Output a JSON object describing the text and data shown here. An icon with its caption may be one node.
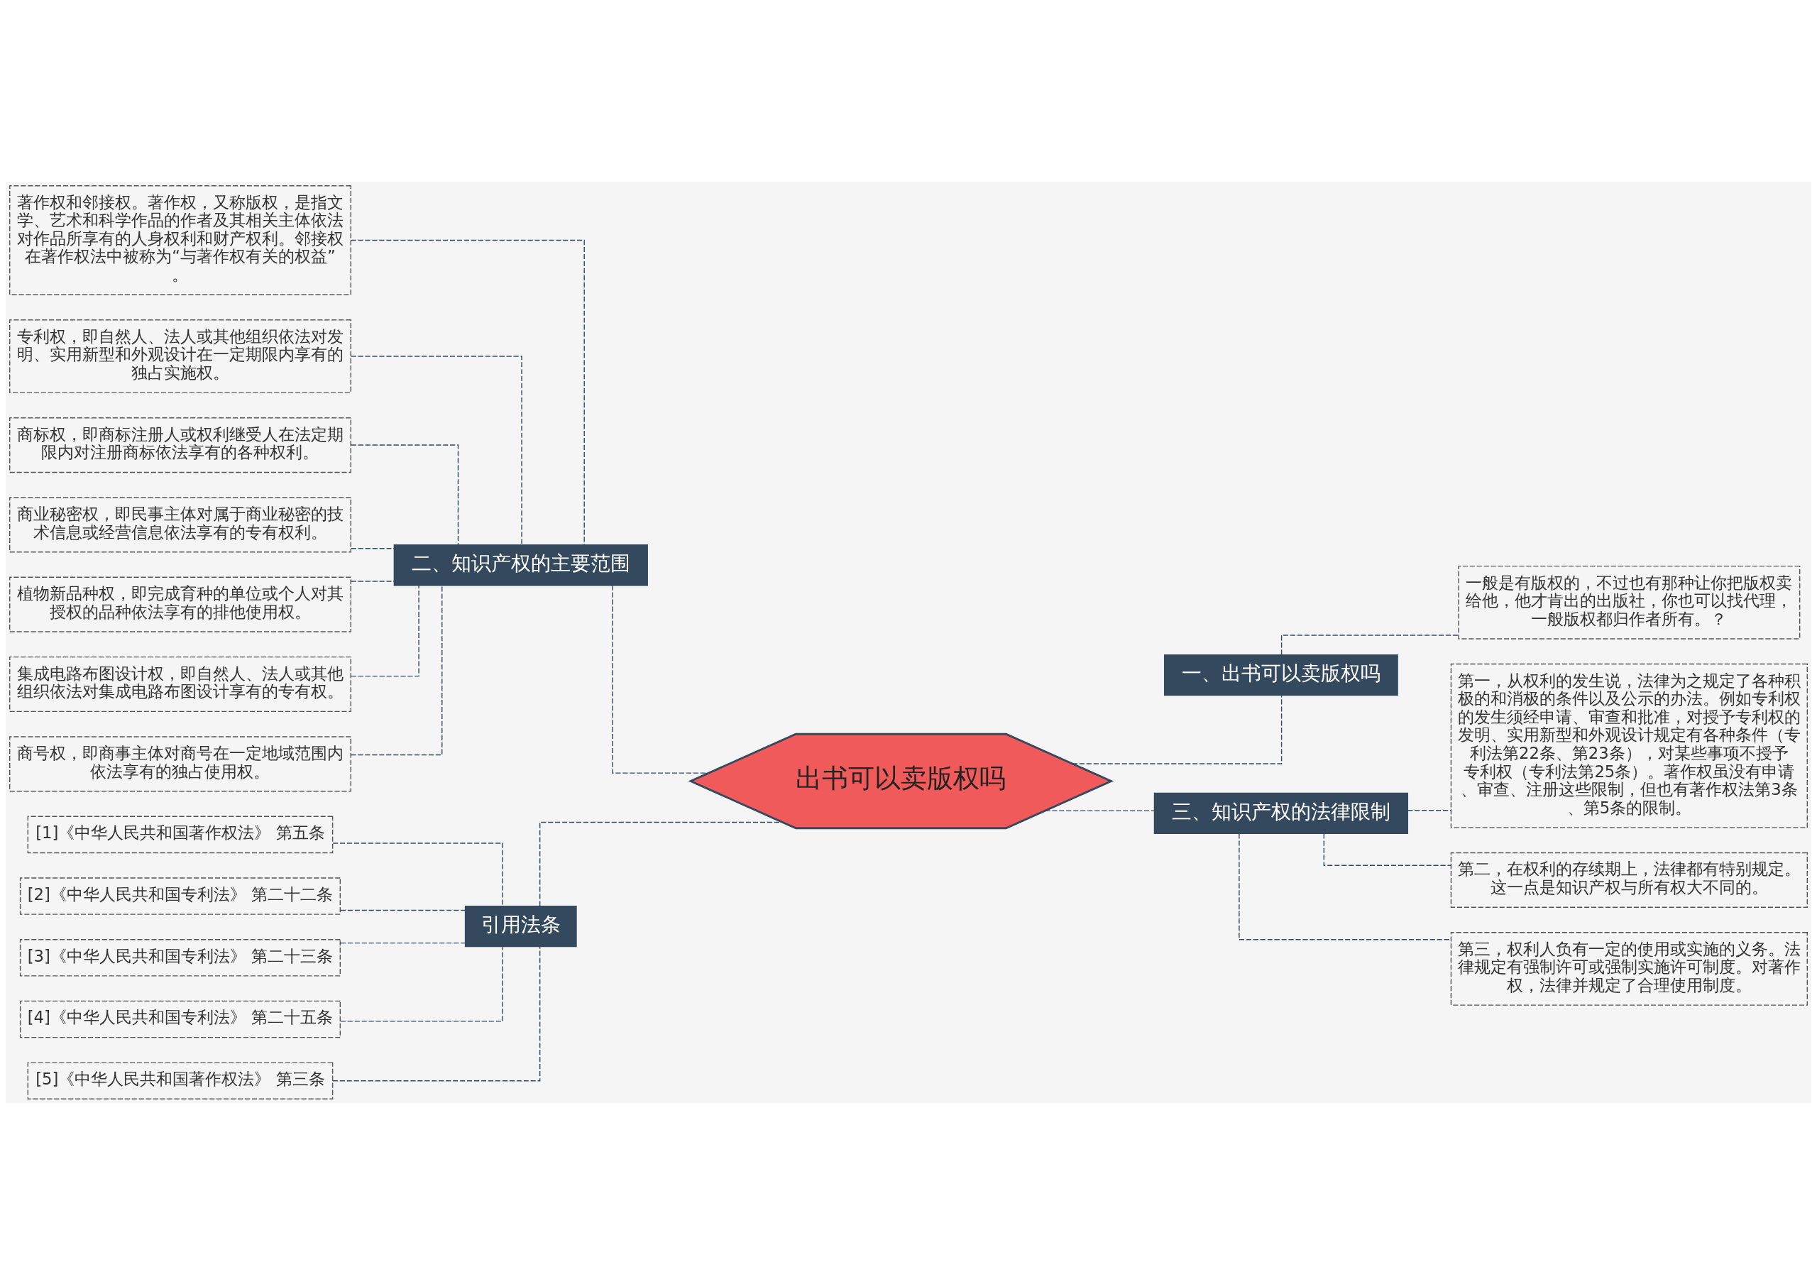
{
  "diagram": {
    "nodes": [
      {
        "text": [
          "出书可以卖版权吗"
        ]
      },
      {
        "text": [
          "二、知识产权的主要范围"
        ]
      },
      {
        "text": [
          "著作权和邻接权。著作权，又称版权，是指文学、艺术和科学作品的作者及其相关主体依法对作品所享有的人身权利和财产权利。邻接权在著作权法中被称为“与著作权有关的权益”。"
        ]
      },
      {
        "text": [
          "专利权，即自然人、法人或其他组织依法对发明、实用新型和外观设计在一定期限内享有的独占实施权。"
        ]
      },
      {
        "text": [
          "商标权，即商标注册人或权利继受人在法定期限内对注册商标依法享有的各种权利。"
        ]
      },
      {
        "text": [
          "商业秘密权，即民事主体对属于商业秘密的技术信息或经营信息依法享有的专有权利。"
        ]
      },
      {
        "text": [
          "植物新品种权，即完成育种的单位或个人对其授权的品种依法享有的排他使用权。"
        ]
      },
      {
        "text": [
          "集成电路布图设计权，即自然人、法人或其他组织依法对集成电路布图设计享有的专有权。"
        ]
      },
      {
        "text": [
          "商号权，即商事主体对商号在一定地域范围内依法享有的独占使用权。"
        ]
      },
      {
        "text": [
          "引用法条"
        ]
      },
      {
        "text": [
          "[1]《中华人民共和国著作权法》 第五条"
        ]
      },
      {
        "text": [
          "[2]《中华人民共和国专利法》 第二十二条"
        ]
      },
      {
        "text": [
          "[3]《中华人民共和国专利法》 第二十三条"
        ]
      },
      {
        "text": [
          "[4]《中华人民共和国专利法》 第二十五条"
        ]
      },
      {
        "text": [
          "[5]《中华人民共和国著作权法》 第三条"
        ]
      },
      {
        "text": [
          "一、出书可以卖版权吗"
        ]
      },
      {
        "text": [
          "一般是有版权的，不过也有那种让你把版权卖给他，他才肯出的出版社，你也可以找代理，一般版权都归作者所有。？"
        ]
      },
      {
        "text": [
          "三、知识产权的法律限制"
        ]
      },
      {
        "text": [
          "第一，从权利的发生说，法律为之规定了各种积极的和消极的条件以及公示的办法。例如专利权的发生须经申请、审查和批准，对授予专利权的发明、实用新型和外观设计规定有各种条件（专利法第22条、第23条），对某些事项不授予专利权（专利法第25条）。著作权虽没有申请、审查、注册这些限制，但也有著作权法第3条、第5条的限制。"
        ]
      },
      {
        "text": [
          "第二，在权利的存续期上，法律都有特别规定。这一点是知识产权与所有权大不同的。"
        ]
      },
      {
        "text": [
          "第三，权利人负有一定的使用或实施的义务。法律规定有强制许可或强制实施许可制度。对著作权，法律并规定了合理使用制度。"
        ]
      }
    ],
    "edges": [
      {
        "from": 0,
        "to": 1,
        "arrow": "none",
        "style": "dashed"
      },
      {
        "from": 1,
        "to": 2,
        "arrow": "none",
        "style": "dashed"
      },
      {
        "from": 1,
        "to": 3,
        "arrow": "none",
        "style": "dashed"
      },
      {
        "from": 1,
        "to": 4,
        "arrow": "none",
        "style": "dashed"
      },
      {
        "from": 1,
        "to": 5,
        "arrow": "none",
        "style": "dashed"
      },
      {
        "from": 1,
        "to": 6,
        "arrow": "none",
        "style": "dashed"
      },
      {
        "from": 1,
        "to": 7,
        "arrow": "none",
        "style": "dashed"
      },
      {
        "from": 1,
        "to": 8,
        "arrow": "none",
        "style": "dashed"
      },
      {
        "from": 0,
        "to": 9,
        "arrow": "none",
        "style": "dashed"
      },
      {
        "from": 9,
        "to": 10,
        "arrow": "none",
        "style": "dashed"
      },
      {
        "from": 9,
        "to": 11,
        "arrow": "none",
        "style": "dashed"
      },
      {
        "from": 9,
        "to": 12,
        "arrow": "none",
        "style": "dashed"
      },
      {
        "from": 9,
        "to": 13,
        "arrow": "none",
        "style": "dashed"
      },
      {
        "from": 9,
        "to": 14,
        "arrow": "none",
        "style": "dashed"
      },
      {
        "from": 0,
        "to": 15,
        "arrow": "none",
        "style": "dashed"
      },
      {
        "from": 15,
        "to": 16,
        "arrow": "none",
        "style": "dashed"
      },
      {
        "from": 0,
        "to": 17,
        "arrow": "none",
        "style": "dashed"
      },
      {
        "from": 17,
        "to": 18,
        "arrow": "none",
        "style": "dashed"
      },
      {
        "from": 17,
        "to": 19,
        "arrow": "none",
        "style": "dashed"
      },
      {
        "from": 17,
        "to": 20,
        "arrow": "none",
        "style": "dashed"
      }
    ]
  }
}
